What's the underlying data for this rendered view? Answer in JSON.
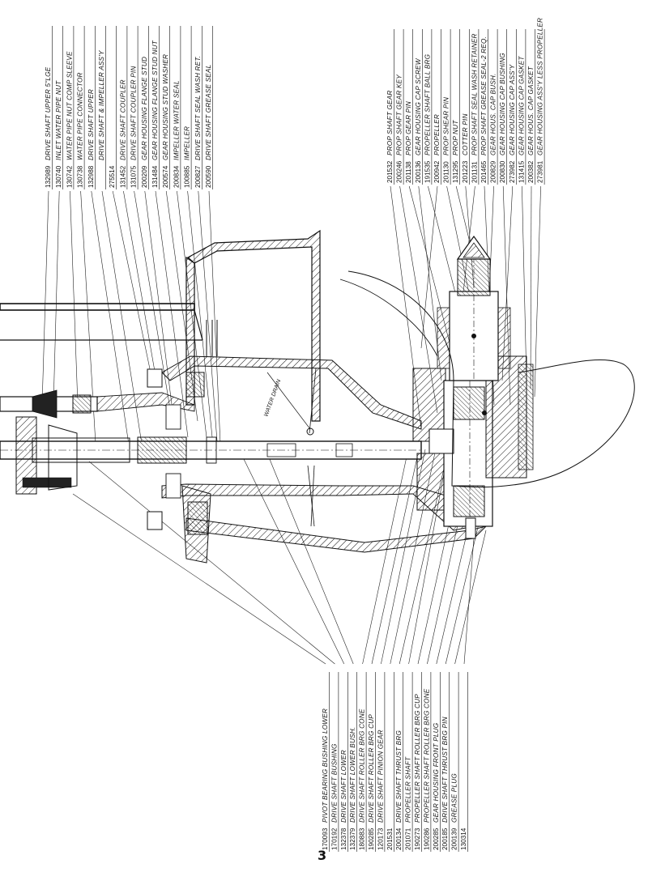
{
  "drawing": {
    "page_number": "3",
    "water_drain_note": "WATER DRAIN",
    "top_parts": [
      {
        "number": "132989",
        "label": "DRIVE SHAFT UPPER 5\"LGE"
      },
      {
        "number": "130740",
        "label": "INLET WATER PIPE NUT"
      },
      {
        "number": "130742",
        "label": "WATER PIPE NUT COMP SLEEVE"
      },
      {
        "number": "130738",
        "label": "WATER PIPE CONNECTOR"
      },
      {
        "number": "132988",
        "label": "DRIVE SHAFT UPPER"
      },
      {
        "number": "",
        "label": "DRIVE SHAFT & IMPELLER ASS'Y"
      },
      {
        "number": "275514",
        "label": ""
      },
      {
        "number": "131452",
        "label": "DRIVE SHAFT COUPLER"
      },
      {
        "number": "131075",
        "label": "DRIVE SHAFT COUPLER PIN"
      },
      {
        "number": "200209",
        "label": "GEAR HOUSING FLANGE STUD"
      },
      {
        "number": "131484",
        "label": "GEAR HOUSING FLANGE STUD NUT"
      },
      {
        "number": "200574",
        "label": "GEAR HOUSING STUD WASHER"
      },
      {
        "number": "200834",
        "label": "IMPELLER WATER SEAL"
      },
      {
        "number": "100885",
        "label": "IMPELLER"
      },
      {
        "number": "200827",
        "label": "DRIVE SHAFT SEAL WASH RET."
      },
      {
        "number": "200590",
        "label": "DRIVE SHAFT GREASE SEAL"
      }
    ],
    "right_parts": [
      {
        "number": "201532",
        "label": "PROP SHAFT GEAR"
      },
      {
        "number": "200246",
        "label": "PROP SHAFT GEAR KEY"
      },
      {
        "number": "201138",
        "label": "PROP GEAR PIN"
      },
      {
        "number": "200136",
        "label": "GEAR HOUSING CAP SCREW"
      },
      {
        "number": "191535",
        "label": "PROPELLER SHAFT BALL BRG"
      },
      {
        "number": "200942",
        "label": "PROPELLER"
      },
      {
        "number": "201130",
        "label": "PROP SHEAR PIN"
      },
      {
        "number": "131295",
        "label": "PROP NUT"
      },
      {
        "number": "201223",
        "label": "COTTER PIN"
      },
      {
        "number": "201131",
        "label": "PROP SHAFT SEAL WASH RETAINER"
      },
      {
        "number": "201465",
        "label": "PROP SHAFT GREASE SEAL-2 REQ."
      },
      {
        "number": "200829",
        "label": "GEAR HOUS. CAP BUSH."
      },
      {
        "number": "200830",
        "label": "GEAR HOUSING CAP BUSHING"
      },
      {
        "number": "273982",
        "label": "GEAR HOUSING CAP ASS'Y"
      },
      {
        "number": "131415",
        "label": "GEAR HOUSING CAP GASKET"
      },
      {
        "number": "200382",
        "label": "GEAR HOUS. CAP GASKET"
      },
      {
        "number": "273981",
        "label": "GEAR HOUSING ASS'Y LESS PROPELLER"
      }
    ],
    "bottom_parts": [
      {
        "number": "170093",
        "label": "PIVOT BEARING BUSHING LOWER"
      },
      {
        "number": "170192",
        "label": "DRIVE SHAFT BUSHING"
      },
      {
        "number": "132378",
        "label": "DRIVE SHAFT LOWER"
      },
      {
        "number": "132379",
        "label": "DRIVE SHAFT LOWER BUSH."
      },
      {
        "number": "180883",
        "label": "DRIVE SHAFT ROLLER BRG CONE"
      },
      {
        "number": "190285",
        "label": "DRIVE SHAFT ROLLER BRG CUP"
      },
      {
        "number": "120173",
        "label": "DRIVE SHAFT PINION GEAR"
      },
      {
        "number": "201531",
        "label": ""
      },
      {
        "number": "200134",
        "label": "DRIVE SHAFT THRUST BRG"
      },
      {
        "number": "201071",
        "label": "PROPELLER SHAFT"
      },
      {
        "number": "190273",
        "label": "PROPELLER SHAFT ROLLER BRG CUP"
      },
      {
        "number": "190286",
        "label": "PROPELLER SHAFT ROLLER BRG CONE"
      },
      {
        "number": "200285",
        "label": "GEAR HOUSING FRONT PLUG"
      },
      {
        "number": "200185",
        "label": "DRIVE SHAFT THRUST BRG PIN"
      },
      {
        "number": "200139",
        "label": "GREASE PLUG"
      },
      {
        "number": "130314",
        "label": ""
      }
    ]
  }
}
